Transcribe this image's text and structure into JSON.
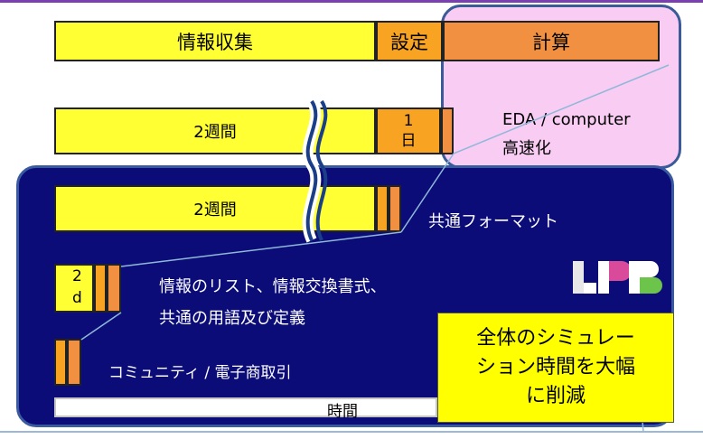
{
  "row1": {
    "info": "情報収集",
    "setting": "設定",
    "calc": "計算"
  },
  "row2": {
    "info": "2週間",
    "setting_line1": "1",
    "setting_line2": "日"
  },
  "pink_box": {
    "line1": "EDA / computer",
    "line2": "高速化"
  },
  "row3": {
    "info": "2週間",
    "label": "共通フォーマット"
  },
  "row4": {
    "info_line1": "2",
    "info_line2": "d",
    "label_line1": "情報のリスト、情報交換書式、",
    "label_line2": "共通の用語及び定義"
  },
  "row5": {
    "label": "コミュニティ / 電子商取引"
  },
  "logo": {
    "text": "LPB"
  },
  "timeline": {
    "label": "時間"
  },
  "callout": {
    "line1": "全体のシミュレー",
    "line2": "ション時間を大幅",
    "line3": "に削減"
  },
  "colors": {
    "navy": "#0c0c78",
    "pink": "#f9ccf3",
    "yellow": "#ffff33",
    "orange": "#f8a322",
    "calc_orange": "#f09040"
  }
}
